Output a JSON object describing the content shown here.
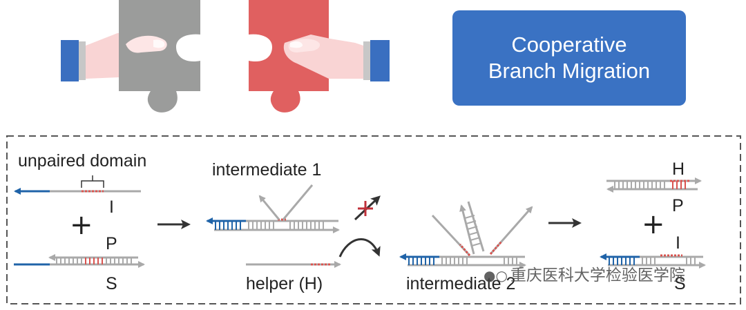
{
  "title": {
    "line1": "Cooperative",
    "line2": "Branch Migration"
  },
  "labels": {
    "unpaired_domain": "unpaired domain",
    "strand_I_top": "I",
    "strand_P_left": "P",
    "strand_S_left": "S",
    "intermediate_1": "intermediate 1",
    "helper": "helper (H)",
    "intermediate_2": "intermediate 2",
    "strand_H_right": "H",
    "strand_P_right": "P",
    "strand_I_right": "I",
    "strand_S_right": "S"
  },
  "watermark": {
    "text": "重庆医科大学检验医学院",
    "icon": "wechat-icon"
  },
  "colors": {
    "title_bg": "#3a72c3",
    "strand_blue": "#1f63a8",
    "strand_gray": "#a9a9a9",
    "unpaired_red": "#d9534f",
    "puzzle_gray": "#9b9c9b",
    "puzzle_red": "#e06060",
    "sleeve_blue": "#3a6fc0",
    "hand_pink": "#f9d4d4",
    "block_mark": "#c0303a"
  }
}
